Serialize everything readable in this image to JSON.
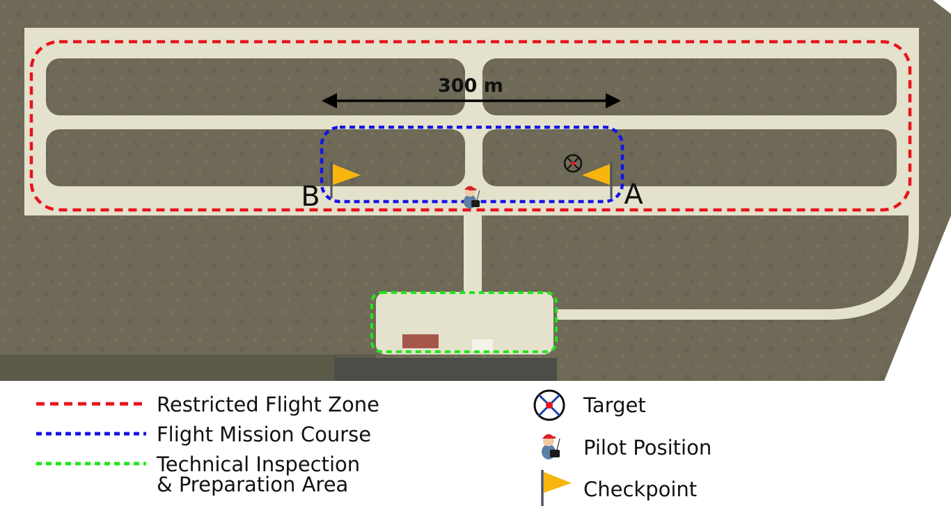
{
  "map": {
    "distance_label": "300 m",
    "checkpoint_b": "B",
    "checkpoint_a": "A"
  },
  "legend": {
    "restricted": "Restricted Flight Zone",
    "mission": "Flight Mission Course",
    "inspection_line1": "Technical Inspection",
    "inspection_line2": "& Preparation Area",
    "target": "Target",
    "pilot": "Pilot Position",
    "checkpoint": "Checkpoint"
  },
  "colors": {
    "restricted": "#e8141b",
    "mission": "#1414e6",
    "inspection": "#22e61a",
    "flag": "#f7b50e",
    "terrain": "#6f6b58",
    "pavement": "#e4e1cc"
  },
  "icons": {
    "target": "target-crosshair-icon",
    "pilot": "pilot-icon",
    "checkpoint": "checkpoint-flag-icon"
  }
}
